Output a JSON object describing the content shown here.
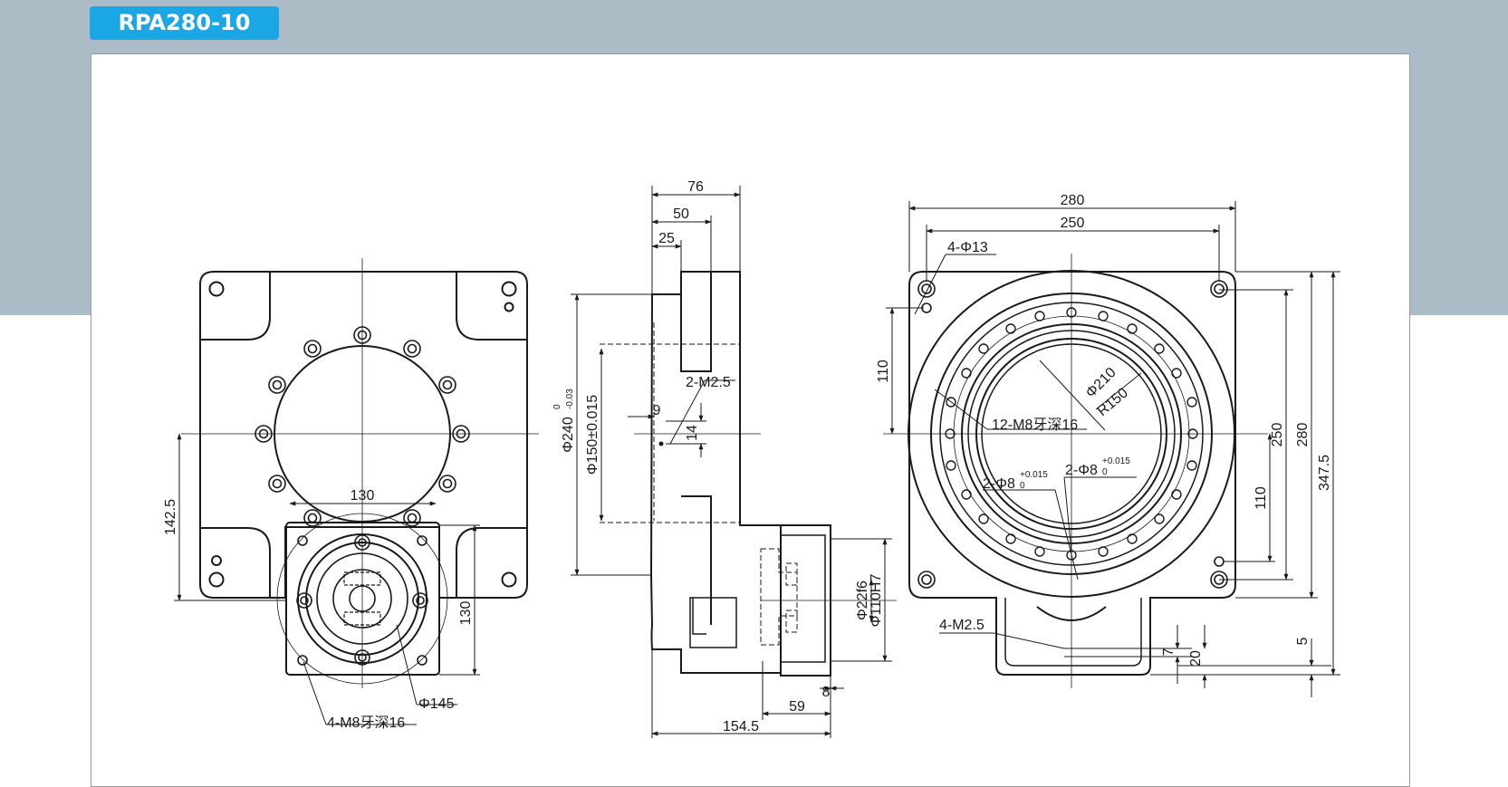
{
  "header": {
    "model": "RPA280-10"
  },
  "drawing": {
    "left_view": {
      "dims": {
        "h1": "142.5",
        "w1": "130",
        "h2": "130",
        "phi": "Φ145",
        "holes": "4-M8牙深16"
      }
    },
    "side_view": {
      "dims": {
        "w_total": "76",
        "w_mid": "50",
        "w_small": "25",
        "bore_outer": "Φ240",
        "bore_outer_tol_upper": "0",
        "bore_outer_tol_lower": "-0.03",
        "bore_inner": "Φ150±0.015",
        "thread": "2-M2.5",
        "d9": "9",
        "d14": "14",
        "shaft": "Φ22f6",
        "flange": "Φ110H7",
        "d8": "8",
        "d59": "59",
        "d154": "154.5"
      }
    },
    "right_view": {
      "dims": {
        "w280": "280",
        "w250": "250",
        "holes": "4-Φ13",
        "h110_left": "110",
        "phi210": "Φ210",
        "r150": "R150",
        "thread12": "12-M8牙深16",
        "pin_left": "2-Φ8",
        "pin_right": "2-Φ8",
        "pin_tol_upper": "+0.015",
        "pin_tol_lower": "0",
        "h250": "250",
        "h280": "280",
        "h347": "347.5",
        "h110_right": "110",
        "m25": "4-M2.5",
        "d7": "7",
        "d20": "20",
        "d5": "5"
      }
    }
  }
}
